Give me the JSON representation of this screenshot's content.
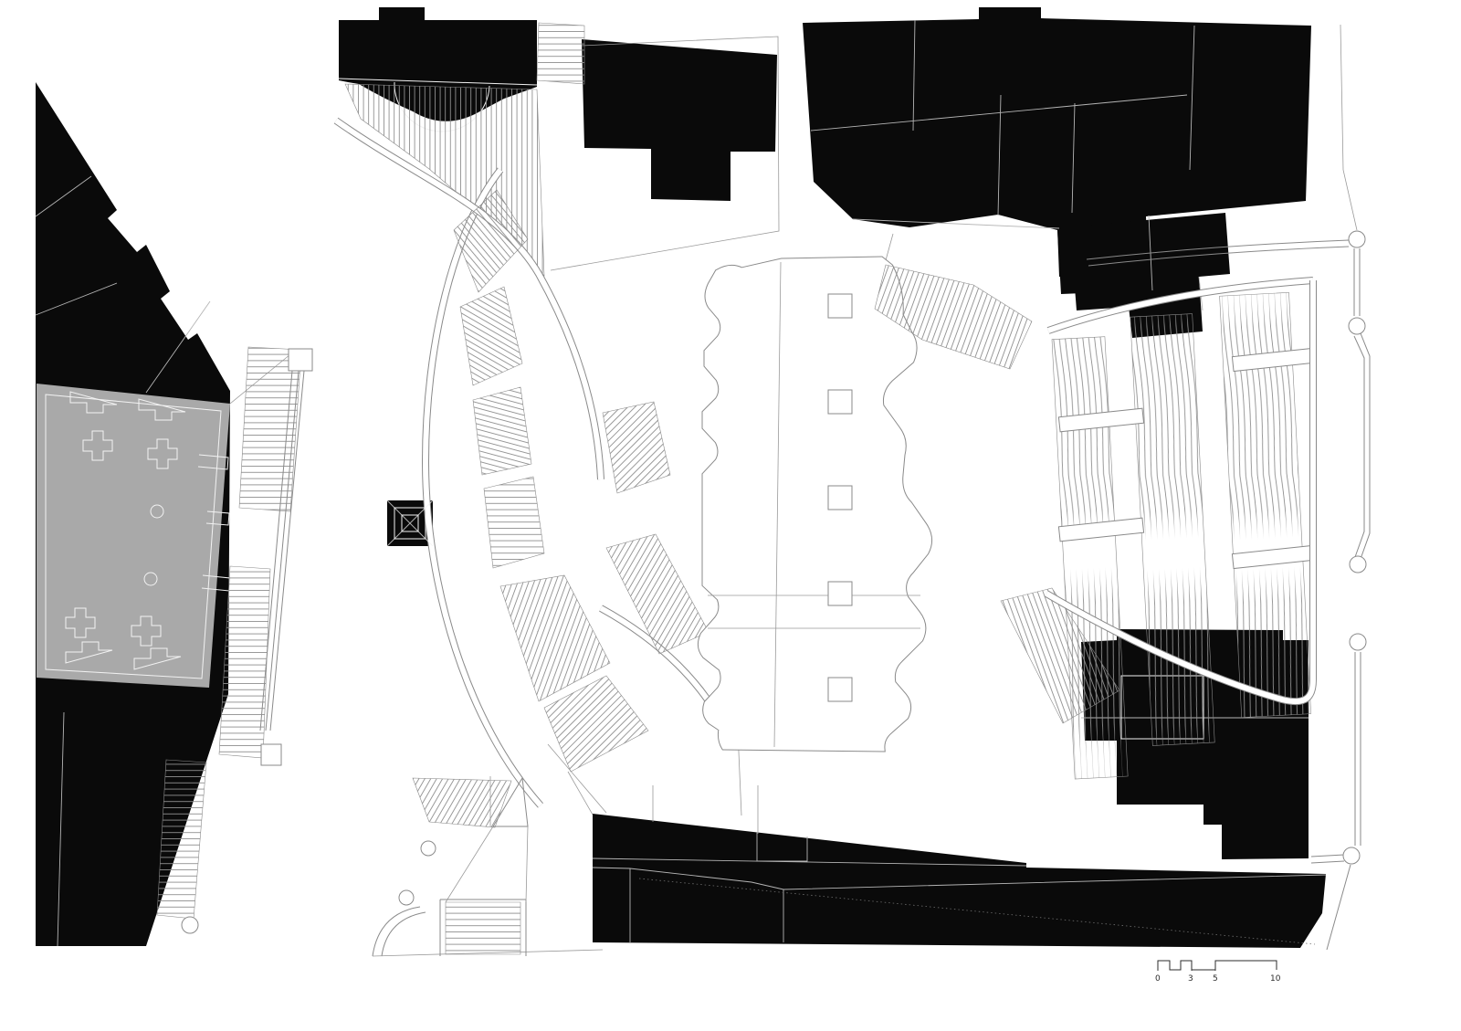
{
  "page": {
    "background": "#ffffff"
  },
  "drawing": {
    "type": "architectural-site-plan",
    "colors": {
      "building_poche": "#0a0a0a",
      "line": "#8a8a8a",
      "church_fill": "#a9a9a9",
      "paper": "#ffffff"
    },
    "scale_bar": {
      "labels": [
        "0",
        "3",
        "5",
        "10"
      ]
    }
  }
}
